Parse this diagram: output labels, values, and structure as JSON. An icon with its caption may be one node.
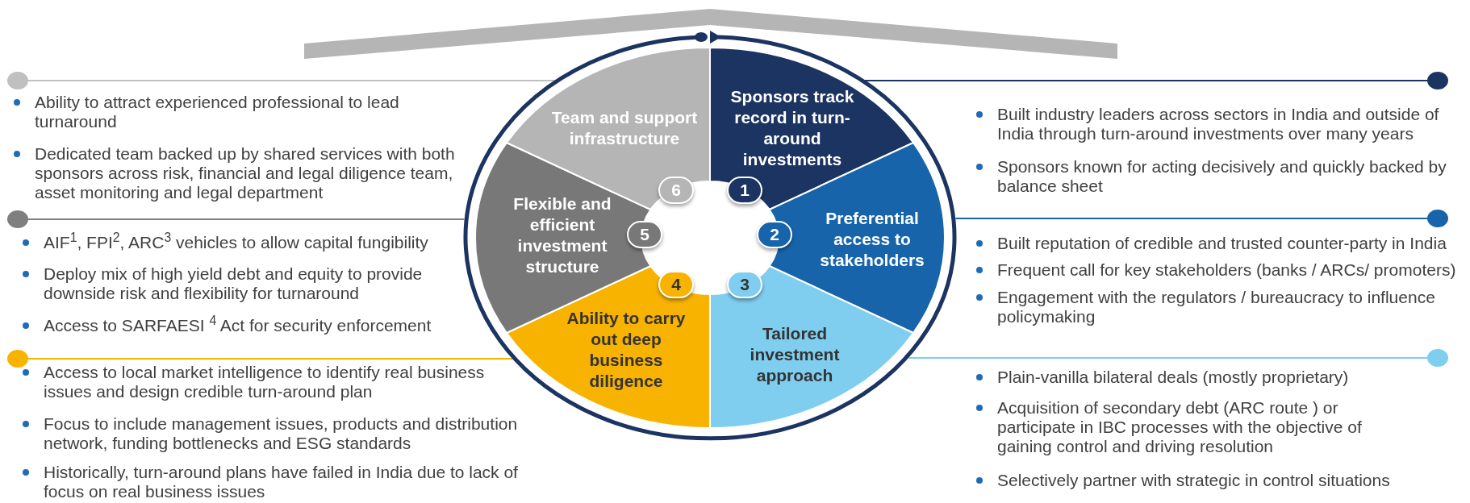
{
  "diagram": {
    "nodes": [
      {
        "text": [],
        "shape": "roof"
      },
      {
        "text": [
          "Sponsors track record in turn-around investments"
        ]
      },
      {
        "text": [
          "Preferential access to stakeholders"
        ]
      },
      {
        "text": [
          "Tailored investment approach"
        ]
      },
      {
        "text": [
          "Ability to carry out deep business diligence"
        ]
      },
      {
        "text": [
          "Flexible and efficient investment structure"
        ]
      },
      {
        "text": [
          "Team and support infrastructure"
        ]
      },
      {
        "text": [
          "1"
        ]
      },
      {
        "text": [
          "2"
        ]
      },
      {
        "text": [
          "3"
        ]
      },
      {
        "text": [
          "4"
        ]
      },
      {
        "text": [
          "5"
        ]
      },
      {
        "text": [
          "6"
        ]
      }
    ],
    "labels": [
      "Ability to attract experienced professional to lead turnaround",
      "Dedicated team backed up by shared services with both sponsors across risk, financial and legal diligence team, asset monitoring and legal department",
      "AIF$^{1}$, FPI$^{2}$, ARC$^{3}$ vehicles to allow capital fungibility",
      "Deploy mix of high yield debt and equity to provide downside risk and flexibility for turnaround",
      "Access to SARFAESI $^{4}$ Act for security enforcement",
      "Access to local market intelligence to identify real business issues and design credible turn-around plan",
      "Focus to include management issues, products and distribution network, funding bottlenecks and ESG standards",
      "Historically, turn-around plans have failed in India due to lack of focus on real business issues",
      "Built industry leaders across sectors in India and outside of India through turn-around investments over many years",
      "Sponsors known for acting decisively and quickly backed by balance sheet",
      "Built reputation of credible and trusted counter-party in India",
      "Frequent call for key stakeholders (banks / ARCs/ promoters)",
      "Engagement with the regulators / bureaucracy to influence policymaking",
      "Plain-vanilla bilateral deals (mostly proprietary)",
      "Acquisition of secondary debt (ARC route ) or participate in IBC processes with the objective of gaining control and driving resolution",
      "Selectively partner with strategic in control situations"
    ]
  }
}
